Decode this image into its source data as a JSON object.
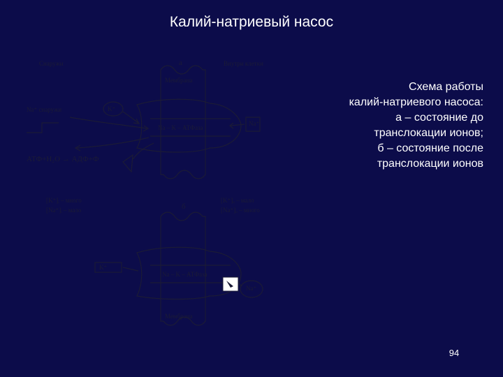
{
  "slide": {
    "title": "Калий-натриевый насос",
    "caption_lines": [
      "Схема работы",
      "калий-натриевого насоса:",
      "а – состояние до",
      "транслокации ионов;",
      "б – состояние после",
      "транслокации ионов"
    ],
    "page_number": "94"
  },
  "diagram": {
    "panel_a_label": "а",
    "panel_b_label": "б",
    "outside_label": "Снаружи",
    "inside_label": "Внутри клетки",
    "membrane_label": "Мембрана",
    "na_top": "Na⁺ снаружи",
    "k_left": "K⁺",
    "k_ion": "K⁺",
    "na_ion": "Na⁺",
    "enzyme_label": "Na – K – АТФаза",
    "atp_equation": "АТФ+H₂O → АДФ+Ф",
    "k_lower_left": "[K⁺]ᵢ – много",
    "na_lower_left": "[Na⁺]ᵢ – мало",
    "k_lower_right": "[K⁺]ₒ – мало",
    "na_lower_right": "[Na⁺]ₒ – много",
    "bottom_membrane_label": "Мембрана"
  },
  "colors": {
    "background": "#0c0c4a",
    "diagram_ink": "#1b1b36",
    "text": "#ffffff"
  }
}
